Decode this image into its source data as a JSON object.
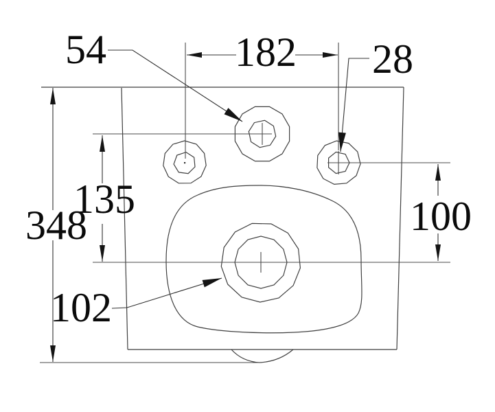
{
  "drawing": {
    "kind": "dimensioned technical drawing",
    "colors": {
      "background": "#ffffff",
      "lines": "#3f3f3f",
      "text": "#0a0a0a"
    }
  },
  "dimensions": {
    "center_hole_54": {
      "label": "54"
    },
    "hole_pitch_182": {
      "label": "182"
    },
    "side_hole_28": {
      "label": "28"
    },
    "offset_135": {
      "label": "135"
    },
    "overall_348": {
      "label": "348"
    },
    "offset_100": {
      "label": "100"
    },
    "drain_102": {
      "label": "102"
    }
  }
}
